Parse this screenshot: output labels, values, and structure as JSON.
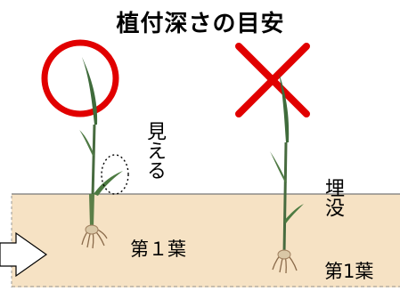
{
  "title": "植付深さの目安",
  "marks": {
    "good": "circle-mark",
    "bad": "cross-mark"
  },
  "labels": {
    "visible": "見える",
    "buried": "埋没",
    "first_leaf_left": "第１葉",
    "first_leaf_right": "第1葉"
  },
  "colors": {
    "mark_red": "#e10000",
    "soil": "#f6e2c4",
    "leaf_green": "#3f6b3b"
  }
}
